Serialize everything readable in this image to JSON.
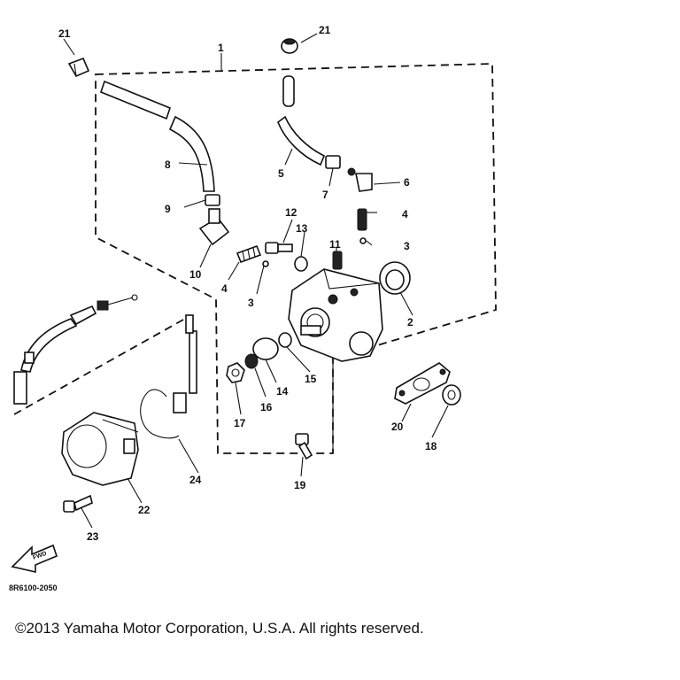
{
  "diagram": {
    "drawing_number": "8R6100-2050",
    "copyright": "©2013 Yamaha Motor Corporation, U.S.A. All rights reserved.",
    "front_arrow_label": "FWD",
    "callouts": [
      "1",
      "2",
      "3",
      "3",
      "4",
      "4",
      "5",
      "6",
      "7",
      "8",
      "9",
      "10",
      "11",
      "12",
      "13",
      "14",
      "15",
      "16",
      "17",
      "18",
      "19",
      "20",
      "21",
      "21",
      "22",
      "23",
      "24"
    ]
  }
}
